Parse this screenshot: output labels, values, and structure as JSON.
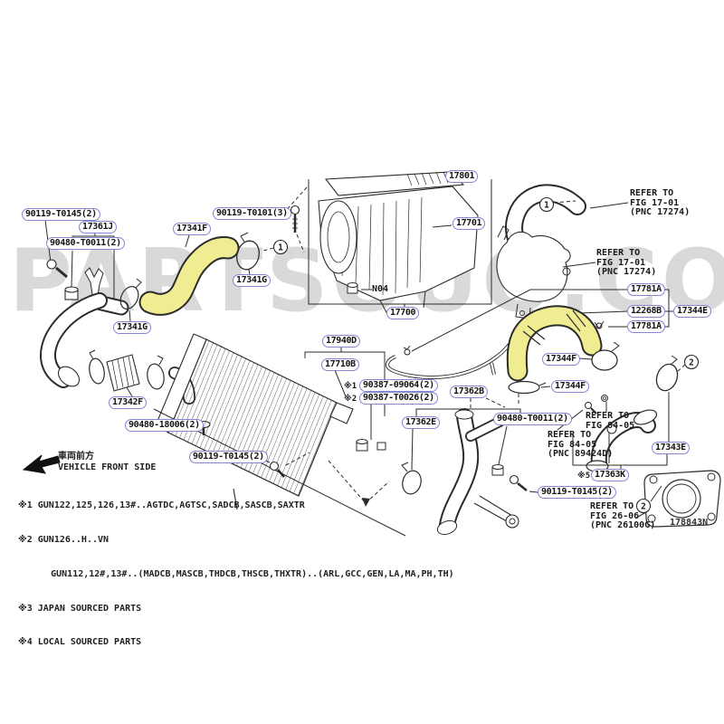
{
  "watermark": "PARTSOUQ.COM",
  "parts": {
    "90119-T0145": "90119-T0145(2)",
    "17361J": "17361J",
    "90480-T0011": "90480-T0011(2)",
    "17341F": "17341F",
    "90119-T0101": "90119-T0101(3)",
    "17801": "17801",
    "17701": "17701",
    "17341G": "17341G",
    "N04": "N04",
    "17700": "17700",
    "17940D": "17940D",
    "17710B": "17710B",
    "90387-09064": "90387-09064(2)",
    "90387-T0026": "90387-T0026(2)",
    "17781A": "17781A",
    "12268B": "12268B",
    "17344E": "17344E",
    "17344F": "17344F",
    "17362B": "17362B",
    "17362E": "17362E",
    "17342F": "17342F",
    "90480-18006": "90480-18006(2)",
    "17363K": "17363K",
    "17343E": "17343E"
  },
  "prefix_notes": {
    "n1": "※1",
    "n2": "※2",
    "n5": "※5"
  },
  "refer": {
    "fig1701": [
      "REFER TO",
      "FIG 17-01",
      "(PNC 17274)"
    ],
    "fig8405s": [
      "REFER TO",
      "FIG 84-05"
    ],
    "fig8405l": [
      "REFER TO",
      "FIG 84-05",
      "(PNC 89424D)"
    ],
    "fig2606": [
      "REFER TO",
      "FIG 26-06",
      "(PNC 26100G)"
    ]
  },
  "circles": {
    "one": "1",
    "two": "2"
  },
  "front_marker": {
    "jp": "車両前方",
    "en": "VEHICLE FRONT SIDE"
  },
  "notes": [
    "※1 GUN122,125,126,13#..AGTDC,AGTSC,SADCB,SASCB,SAXTR",
    "※2 GUN126..H..VN",
    "      GUN112,12#,13#..(MADCB,MASCB,THDCB,THSCB,THXTR)..(ARL,GCC,GEN,LA,MA,PH,TH)",
    "※3 JAPAN SOURCED PARTS",
    "※4 LOCAL SOURCED PARTS"
  ],
  "diagram_code": "178843N"
}
